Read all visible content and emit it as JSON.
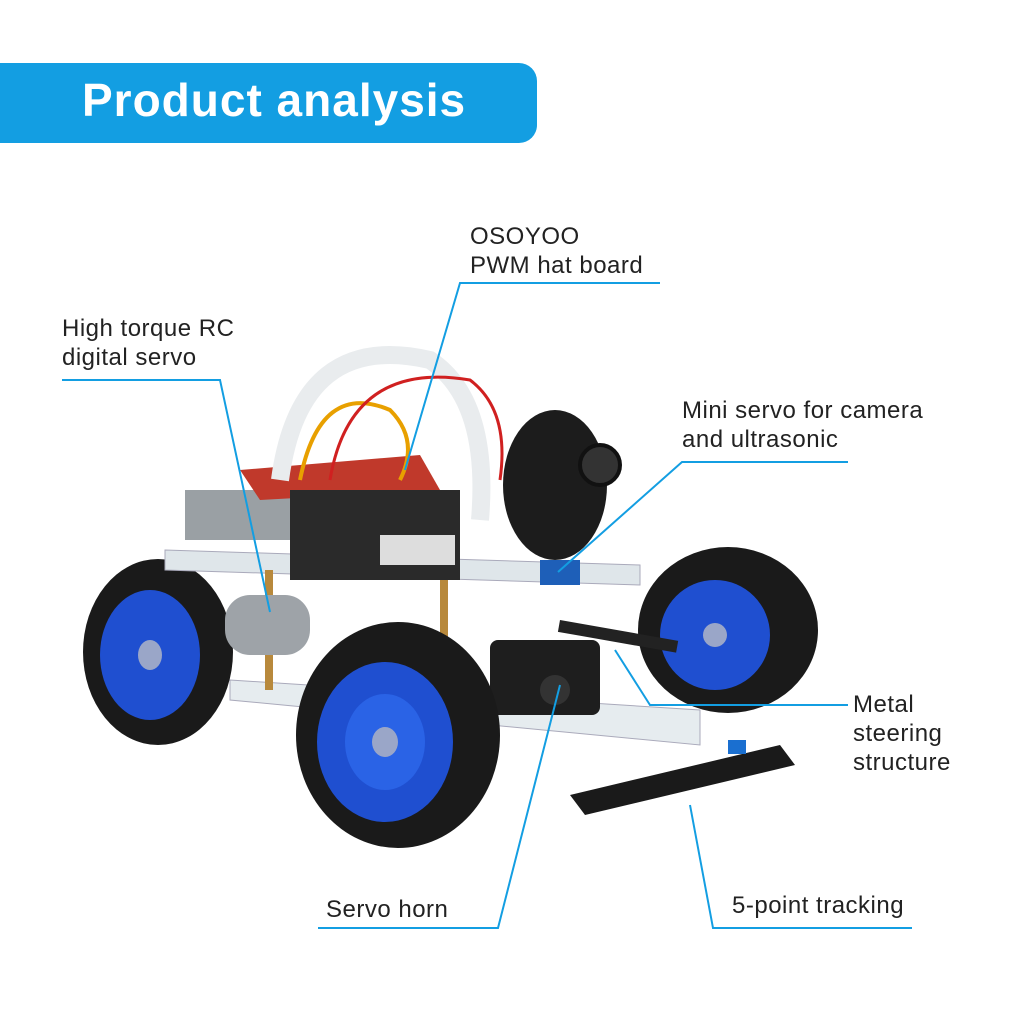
{
  "header": {
    "title": "Product analysis"
  },
  "colors": {
    "accent": "#139ee2",
    "wheel_rim": "#1f4fd0",
    "tire": "#1a1a1a"
  },
  "callouts": {
    "pwm": [
      "OSOYOO",
      "PWM hat board"
    ],
    "servo": [
      "High torque RC",
      "digital servo"
    ],
    "mini_servo": [
      "Mini servo for camera",
      "and ultrasonic"
    ],
    "steering": [
      "Metal",
      "steering",
      "structure"
    ],
    "horn": [
      "Servo horn"
    ],
    "tracking": [
      "5-point tracking"
    ]
  }
}
